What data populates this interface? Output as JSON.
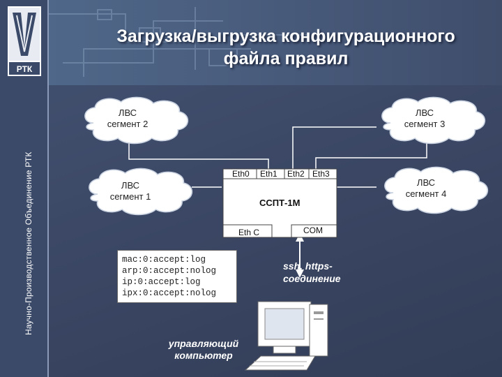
{
  "slide": {
    "title_line1": "Загрузка/выгрузка конфигурационного",
    "title_line2": "файла правил",
    "sidebar_text": "Научно-Производственное Объединение РТК",
    "logo_text": "РТК"
  },
  "clouds": [
    {
      "line1": "ЛВС",
      "line2": "сегмент 2"
    },
    {
      "line1": "ЛВС",
      "line2": "сегмент 3"
    },
    {
      "line1": "ЛВС",
      "line2": "сегмент 1"
    },
    {
      "line1": "ЛВС",
      "line2": "сегмент 4"
    }
  ],
  "device": {
    "name": "ССПТ-1М",
    "ports": [
      "Eth0",
      "Eth1",
      "Eth2",
      "Eth3"
    ],
    "eth_c": "Eth C",
    "com": "COM"
  },
  "config_lines": [
    "mac:0:accept:log",
    "arp:0:accept:nolog",
    "ip:0:accept:log",
    "ipx:0:accept:nolog"
  ],
  "link_label_line1": "ssh, https-",
  "link_label_line2": "соединение",
  "computer_label_line1": "управляющий",
  "computer_label_line2": "компьютер",
  "colors": {
    "background": "#3d4a66",
    "cloud": "#ffffff",
    "device": "#ffffff",
    "text_light": "#ffffff"
  }
}
